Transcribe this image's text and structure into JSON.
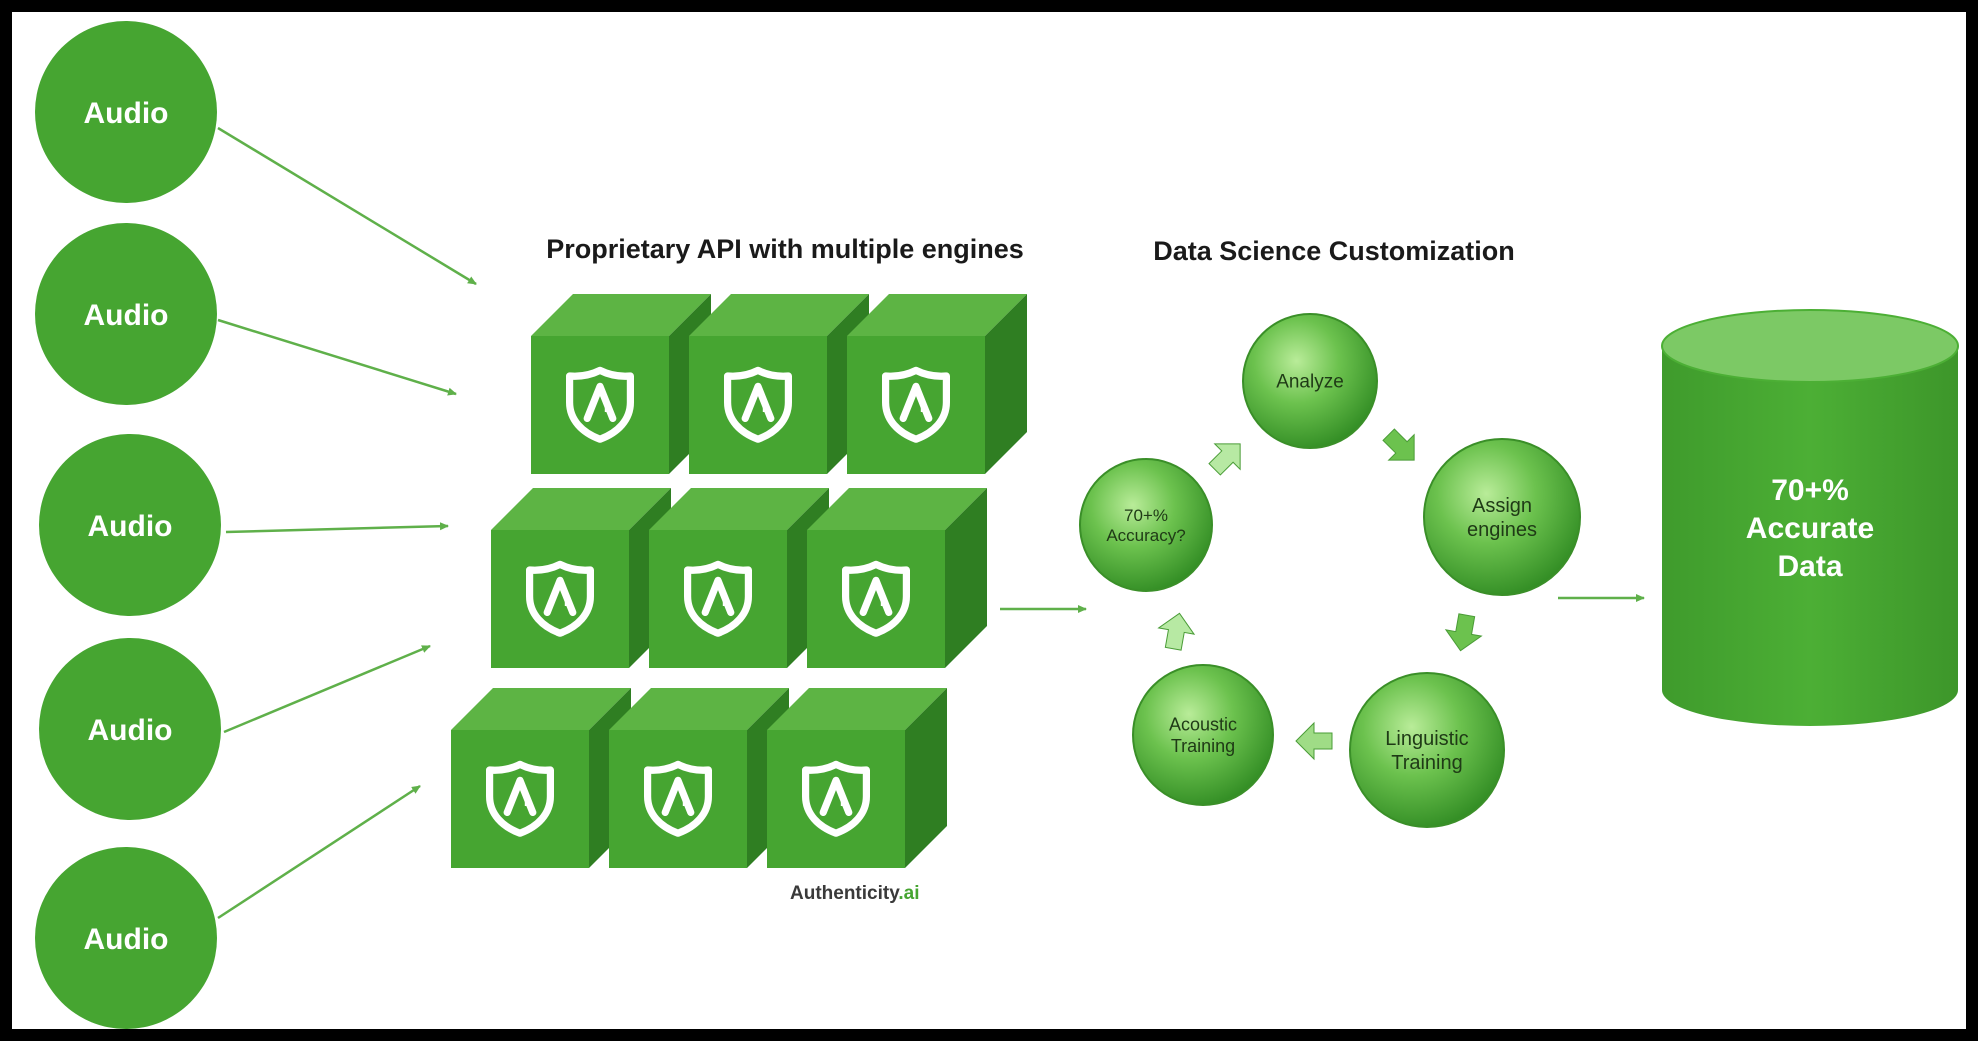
{
  "colors": {
    "primary": "#46a531",
    "primary_dark": "#2f7e22",
    "primary_light": "#7fc767",
    "arrow": "#5fb04a",
    "background": "#ffffff",
    "border": "#000000"
  },
  "inputs": [
    {
      "label": "Audio"
    },
    {
      "label": "Audio"
    },
    {
      "label": "Audio"
    },
    {
      "label": "Audio"
    },
    {
      "label": "Audio"
    }
  ],
  "api_section": {
    "title": "Proprietary API with multiple engines",
    "engine_icon": "authenticity-shield-icon",
    "engine_count": 9
  },
  "logo": {
    "text": "Authenticity",
    "suffix": ".ai",
    "icon": "authenticity-shield-icon"
  },
  "cycle_section": {
    "title": "Data Science Customization",
    "steps": [
      {
        "lines": [
          "Analyze"
        ]
      },
      {
        "lines": [
          "Assign",
          "engines"
        ]
      },
      {
        "lines": [
          "Linguistic",
          "Training"
        ]
      },
      {
        "lines": [
          "Acoustic",
          "Training"
        ]
      },
      {
        "lines": [
          "70+%",
          "Accuracy?"
        ]
      }
    ]
  },
  "output": {
    "lines": [
      "70+%",
      "Accurate",
      "Data"
    ]
  }
}
